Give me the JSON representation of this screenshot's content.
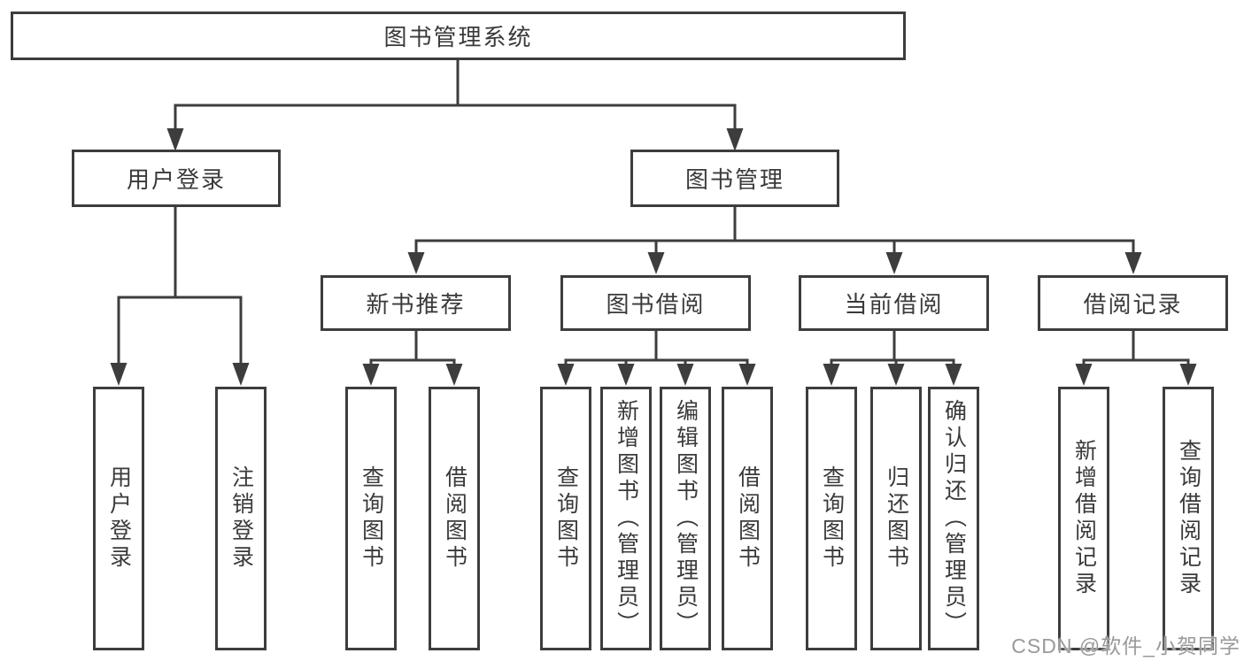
{
  "diagram": {
    "watermark": "CSDN @软件_小贺同学",
    "colors": {
      "line": "#3d3d3d",
      "box_border": "#3d3d3d",
      "text": "#3a3a3a",
      "background": "#ffffff",
      "watermark": "#9a9a9a"
    },
    "tree": {
      "label": "图书管理系统",
      "children": [
        {
          "label": "用户登录",
          "children": [
            {
              "label": "用户登录"
            },
            {
              "label": "注销登录"
            }
          ]
        },
        {
          "label": "图书管理",
          "children": [
            {
              "label": "新书推荐",
              "children": [
                {
                  "label": "查询图书"
                },
                {
                  "label": "借阅图书"
                }
              ]
            },
            {
              "label": "图书借阅",
              "children": [
                {
                  "label": "查询图书"
                },
                {
                  "label": "新增图书（管理员）"
                },
                {
                  "label": "编辑图书（管理员）"
                },
                {
                  "label": "借阅图书"
                }
              ]
            },
            {
              "label": "当前借阅",
              "children": [
                {
                  "label": "查询图书"
                },
                {
                  "label": "归还图书"
                },
                {
                  "label": "确认归还（管理员）"
                }
              ]
            },
            {
              "label": "借阅记录",
              "children": [
                {
                  "label": "新增借阅记录"
                },
                {
                  "label": "查询借阅记录"
                }
              ]
            }
          ]
        }
      ]
    }
  }
}
